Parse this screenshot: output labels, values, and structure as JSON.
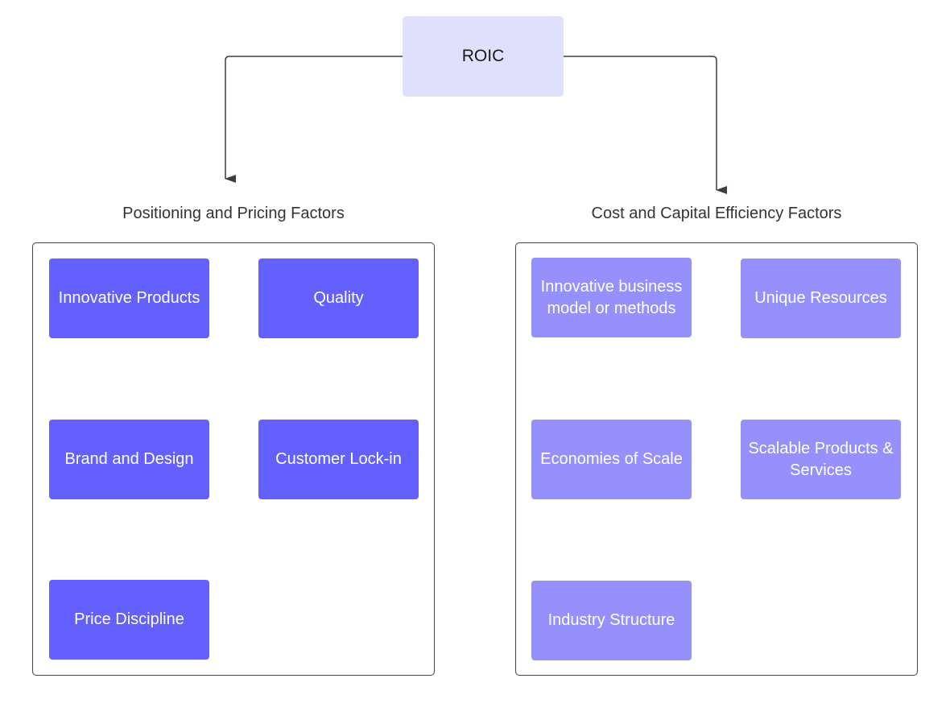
{
  "colors": {
    "root_fill": "#dfe0fc",
    "positioning_fill": "#6460fe",
    "cost_fill": "#9590fc",
    "connector": "#3a3f45"
  },
  "root": {
    "label": "ROIC"
  },
  "groups": {
    "positioning": {
      "title": "Positioning and Pricing Factors",
      "items": [
        "Innovative Products",
        "Quality",
        "Brand and Design",
        "Customer Lock-in",
        "Price Discipline"
      ]
    },
    "cost": {
      "title": "Cost and Capital Efficiency Factors",
      "items": [
        "Innovative business model or methods",
        "Unique Resources",
        "Economies of Scale",
        "Scalable Products & Services",
        "Industry Structure"
      ]
    }
  }
}
